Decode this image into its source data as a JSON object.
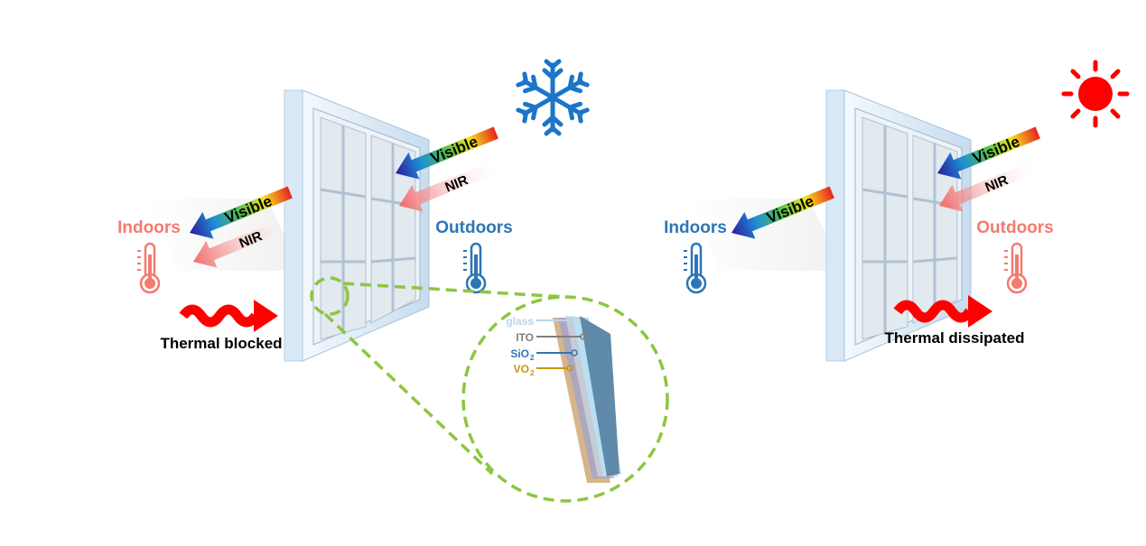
{
  "left_panel": {
    "indoors_label": "Indoors",
    "outdoors_label": "Outdoors",
    "incoming_visible": "Visible",
    "incoming_nir": "NIR",
    "transmitted_visible": "Visible",
    "transmitted_nir": "NIR",
    "thermal_label": "Thermal blocked",
    "weather_icon": "snowflake-icon"
  },
  "right_panel": {
    "indoors_label": "Indoors",
    "outdoors_label": "Outdoors",
    "incoming_visible": "Visible",
    "incoming_nir": "NIR",
    "transmitted_visible": "Visible",
    "thermal_label": "Thermal dissipated",
    "weather_icon": "sun-icon"
  },
  "layers": [
    {
      "label": "glass",
      "color": "#b9d3ea"
    },
    {
      "label": "ITO",
      "color": "#7f7f7f"
    },
    {
      "label": "SiO",
      "sub": "2",
      "color": "#2e75b6"
    },
    {
      "label": "VO",
      "sub": "2",
      "color": "#c8960c"
    }
  ],
  "colors": {
    "warm": "#f47a6f",
    "cold": "#2e75b6",
    "zoom": "#8dc63f",
    "thermal": "#ff0000"
  }
}
